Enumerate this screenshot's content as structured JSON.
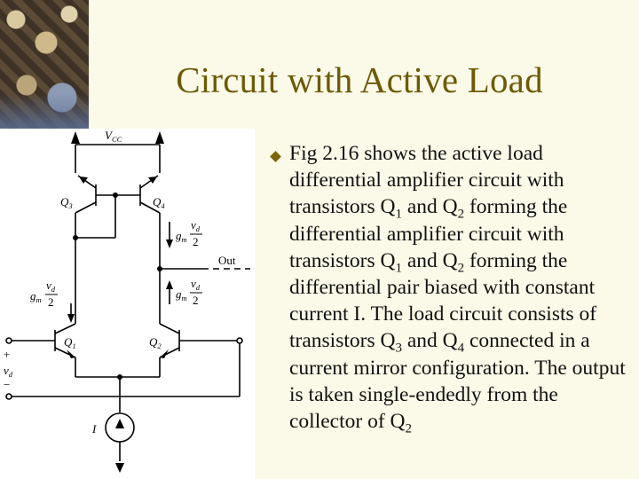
{
  "slide": {
    "title": "Circuit with Active Load",
    "accent_color": "#6e5a06"
  },
  "bullet": {
    "icon": "diamond-bullet-icon",
    "segments": [
      {
        "t": "Fig 2.16 shows the active load differential amplifier circuit with transistors Q"
      },
      {
        "sub": "1"
      },
      {
        "t": " and Q"
      },
      {
        "sub": "2"
      },
      {
        "t": " forming the differential amplifier circuit with transistors Q"
      },
      {
        "sub": "1"
      },
      {
        "t": " and Q"
      },
      {
        "sub": "2"
      },
      {
        "t": " forming the differential pair biased with constant current I.  The load circuit consists of transistors Q"
      },
      {
        "sub": "3"
      },
      {
        "t": " and Q"
      },
      {
        "sub": "4"
      },
      {
        "t": " connected in a current mirror configuration.  The output is taken single-endedly from the collector of Q"
      },
      {
        "sub": "2"
      }
    ]
  },
  "circuit": {
    "supply_label": "V",
    "supply_sub": "CC",
    "transistors": [
      {
        "label": "Q",
        "sub": "3"
      },
      {
        "label": "Q",
        "sub": "4"
      },
      {
        "label": "Q",
        "sub": "1"
      },
      {
        "label": "Q",
        "sub": "2"
      }
    ],
    "gm_label": "g",
    "gm_sub": "m",
    "vd_num": "v",
    "vd_num_sub": "d",
    "vd_den": "2",
    "output_label": "Out",
    "input_plus": "+",
    "input_minus": "−",
    "input_v": "v",
    "input_v_sub": "d",
    "current_label": "I"
  }
}
